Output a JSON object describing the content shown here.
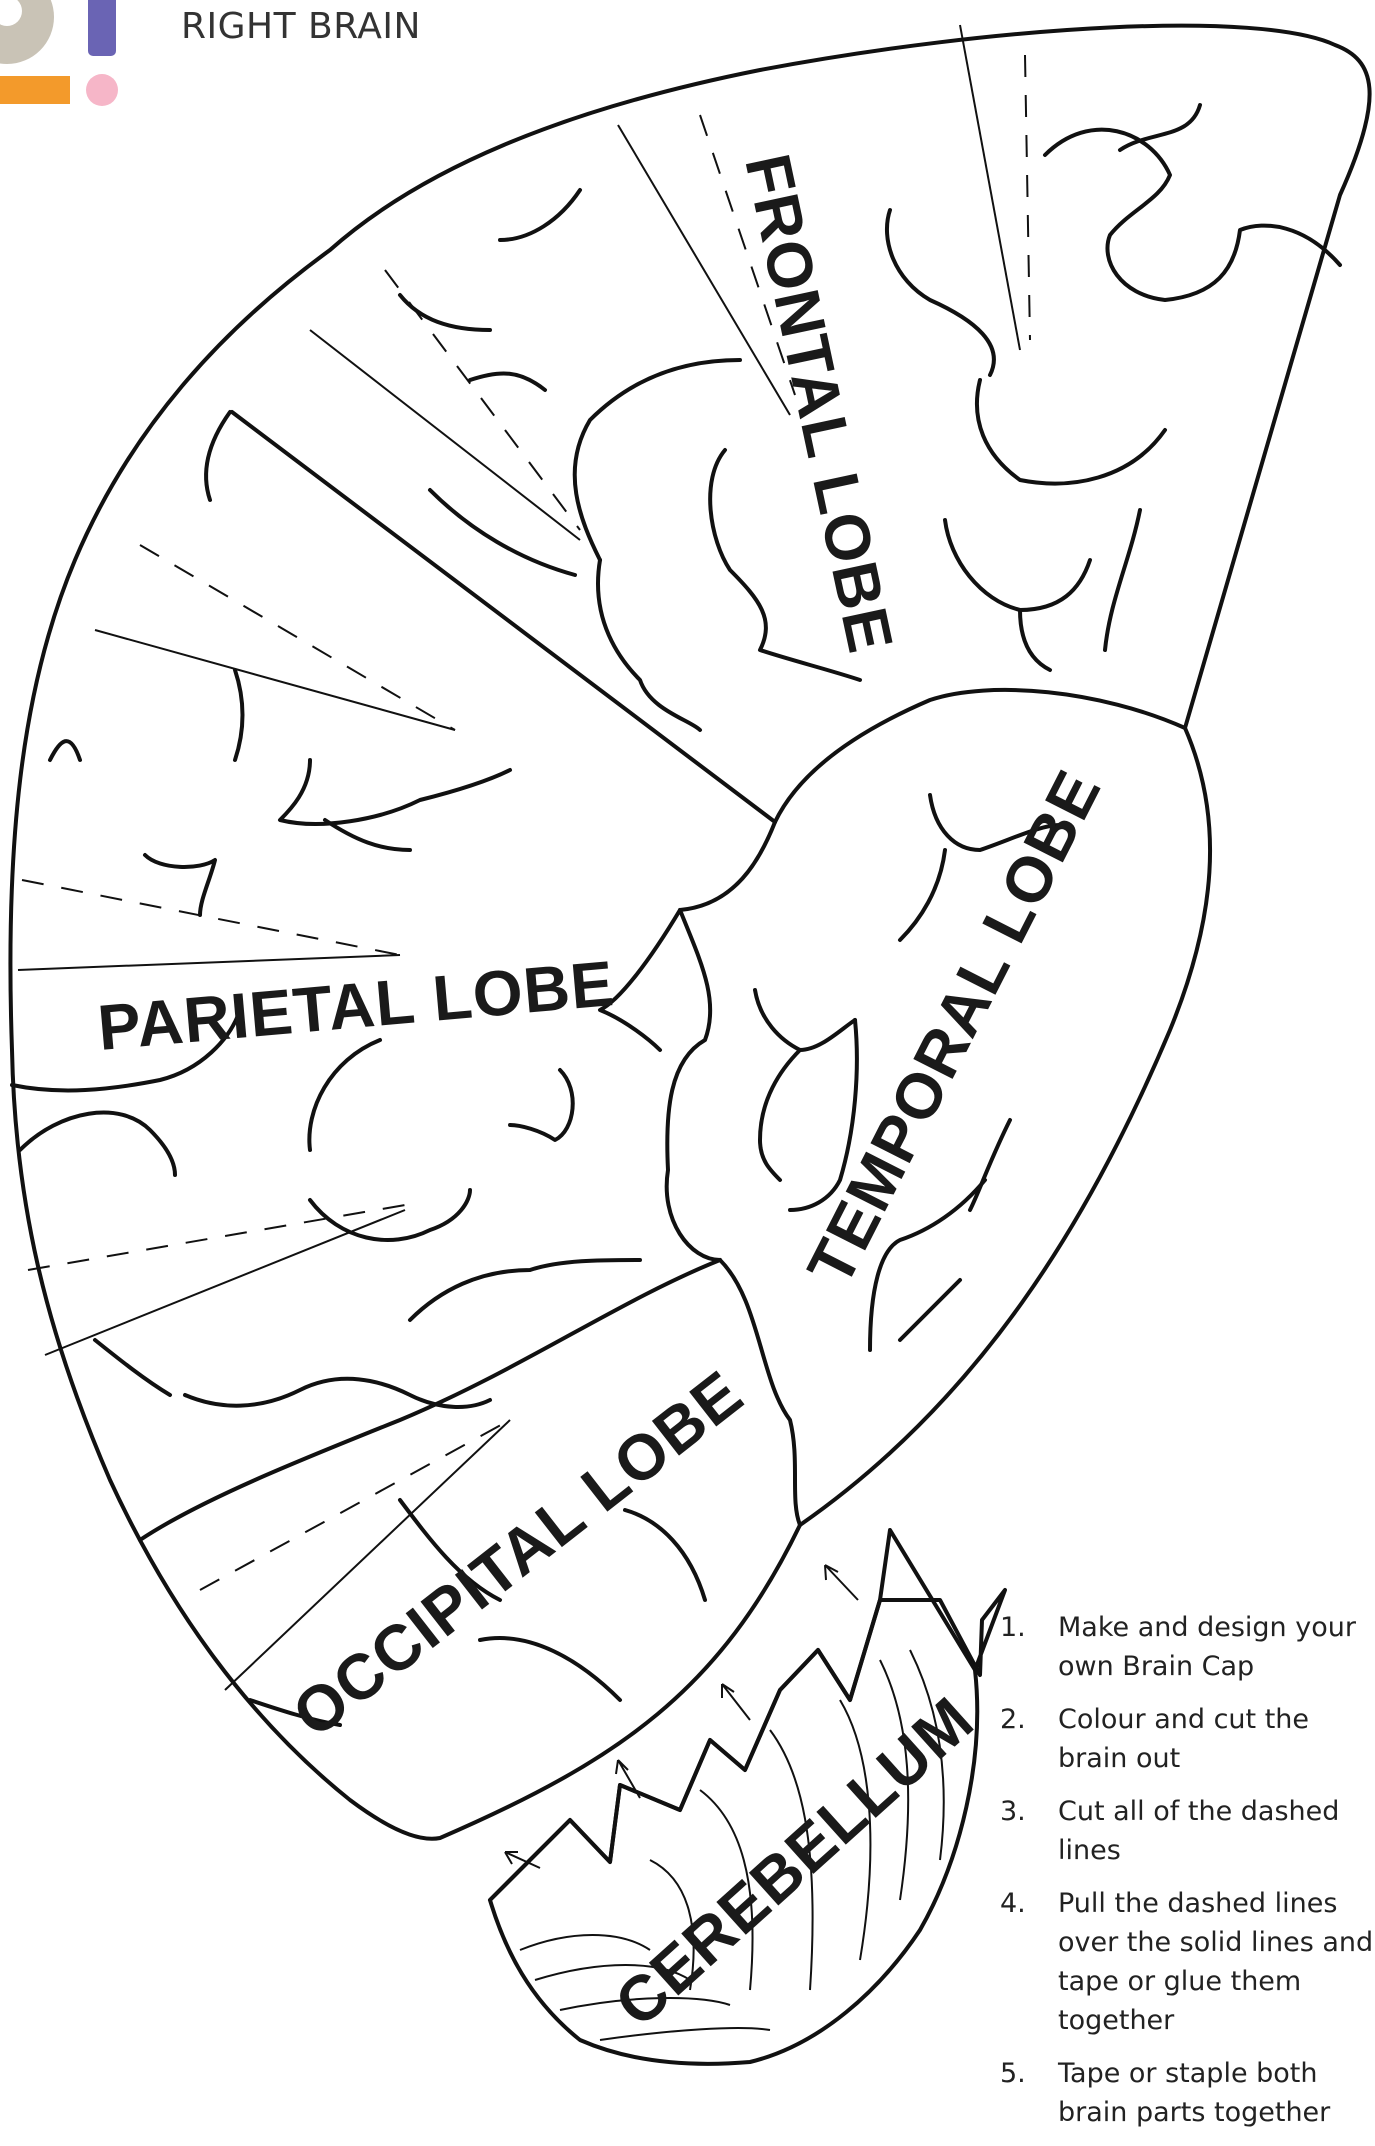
{
  "header": {
    "subtitle": "RIGHT BRAIN"
  },
  "brand_colors": {
    "grey": "#c9c3b6",
    "purple": "#6a64b4",
    "orange": "#f39a2b",
    "pink": "#f6b6c8"
  },
  "labels": {
    "frontal": "FRONTAL LOBE",
    "parietal": "PARIETAL LOBE",
    "temporal": "TEMPORAL LOBE",
    "occipital": "OCCIPITAL LOBE",
    "cerebellum": "CEREBELLUM"
  },
  "instructions": [
    {
      "num": "1.",
      "text": "Make and design your own Brain Cap"
    },
    {
      "num": "2.",
      "text": "Colour and cut the brain out"
    },
    {
      "num": "3.",
      "text": "Cut all of the dashed lines"
    },
    {
      "num": "4.",
      "text": "Pull the dashed lines over the solid lines and tape or glue them together"
    },
    {
      "num": "5.",
      "text": "Tape or staple both brain parts together"
    }
  ]
}
